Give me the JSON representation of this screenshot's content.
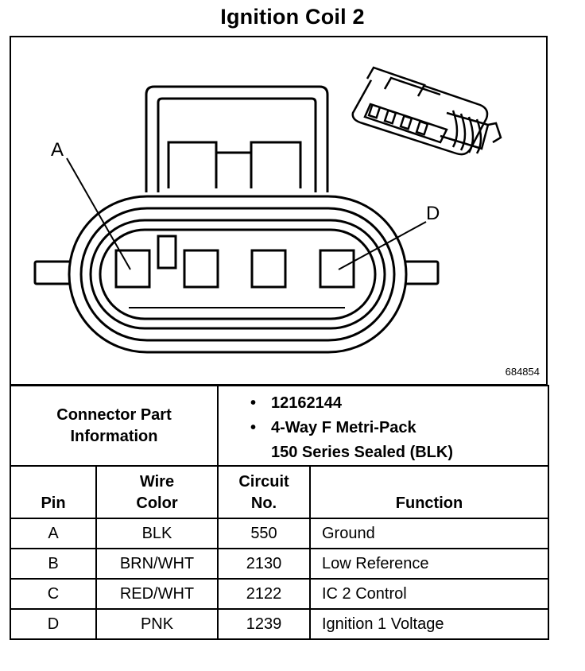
{
  "title": "Ignition Coil 2",
  "figure": {
    "number": "684854",
    "callouts": {
      "a": "A",
      "d": "D"
    }
  },
  "part_info": {
    "label_line1": "Connector Part",
    "label_line2": "Information",
    "part_number": "12162144",
    "description_line1": "4-Way F Metri-Pack",
    "description_line2": "150 Series Sealed (BLK)",
    "bullet": "•"
  },
  "table": {
    "headers": {
      "pin": "Pin",
      "wire_color_1": "Wire",
      "wire_color_2": "Color",
      "circuit_1": "Circuit",
      "circuit_2": "No.",
      "function": "Function"
    },
    "rows": [
      {
        "pin": "A",
        "wire_color": "BLK",
        "circuit": "550",
        "function": "Ground"
      },
      {
        "pin": "B",
        "wire_color": "BRN/WHT",
        "circuit": "2130",
        "function": "Low Reference"
      },
      {
        "pin": "C",
        "wire_color": "RED/WHT",
        "circuit": "2122",
        "function": "IC 2 Control"
      },
      {
        "pin": "D",
        "wire_color": "PNK",
        "circuit": "1239",
        "function": "Ignition 1 Voltage"
      }
    ]
  }
}
